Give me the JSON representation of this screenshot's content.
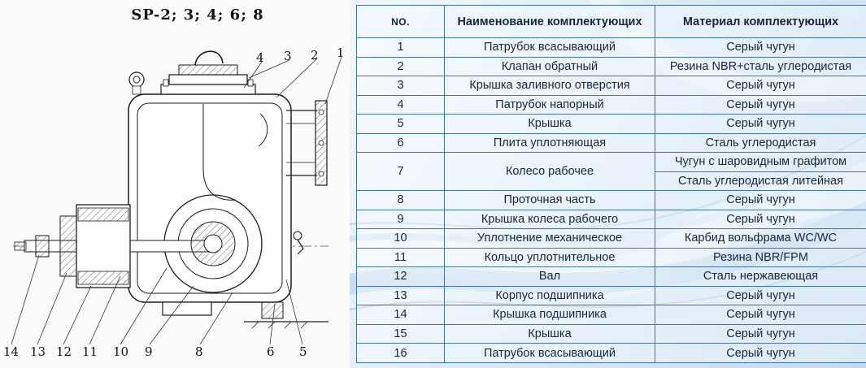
{
  "colors": {
    "table-border": "#3f74ae",
    "table-text": "#16263f",
    "ink": "#1c1c1c"
  },
  "drawing": {
    "title": "SP-2; 3; 4; 6; 8",
    "callouts_top": [
      "4",
      "3",
      "2",
      "1"
    ],
    "callouts_bottom": [
      "14",
      "13",
      "12",
      "11",
      "10",
      "9",
      "8",
      "6",
      "5"
    ]
  },
  "table": {
    "headers": {
      "no": "NO.",
      "name": "Наименование комплектующих",
      "material": "Материал комплектующих"
    },
    "rows": [
      {
        "no": "1",
        "name": "Патрубок всасывающий",
        "material": "Серый чугун"
      },
      {
        "no": "2",
        "name": "Клапан обратный",
        "material": "Резина NBR+сталь углеродистая"
      },
      {
        "no": "3",
        "name": "Крышка заливного отверстия",
        "material": "Серый чугун"
      },
      {
        "no": "4",
        "name": "Патрубок напорный",
        "material": "Серый чугун"
      },
      {
        "no": "5",
        "name": "Крышка",
        "material": "Серый чугун"
      },
      {
        "no": "6",
        "name": "Плита уплотняющая",
        "material": "Сталь углеродистая"
      },
      {
        "no": "7",
        "name": "Колесо рабочее",
        "material": "Чугун с шаровидным графитом",
        "material2": "Сталь углеродистая литейная"
      },
      {
        "no": "8",
        "name": "Проточная часть",
        "material": "Серый чугун"
      },
      {
        "no": "9",
        "name": "Крышка колеса рабочего",
        "material": "Серый чугун"
      },
      {
        "no": "10",
        "name": "Уплотнение механическое",
        "material": "Карбид вольфрама WC/WC"
      },
      {
        "no": "11",
        "name": "Кольцо уплотнительное",
        "material": "Резина NBR/FPM"
      },
      {
        "no": "12",
        "name": "Вал",
        "material": "Сталь нержавеющая"
      },
      {
        "no": "13",
        "name": "Корпус подшипника",
        "material": "Серый чугун"
      },
      {
        "no": "14",
        "name": "Крышка подшипника",
        "material": "Серый чугун"
      },
      {
        "no": "15",
        "name": "Крышка",
        "material": "Серый чугун"
      },
      {
        "no": "16",
        "name": "Патрубок всасывающий",
        "material": "Серый чугун"
      }
    ]
  }
}
